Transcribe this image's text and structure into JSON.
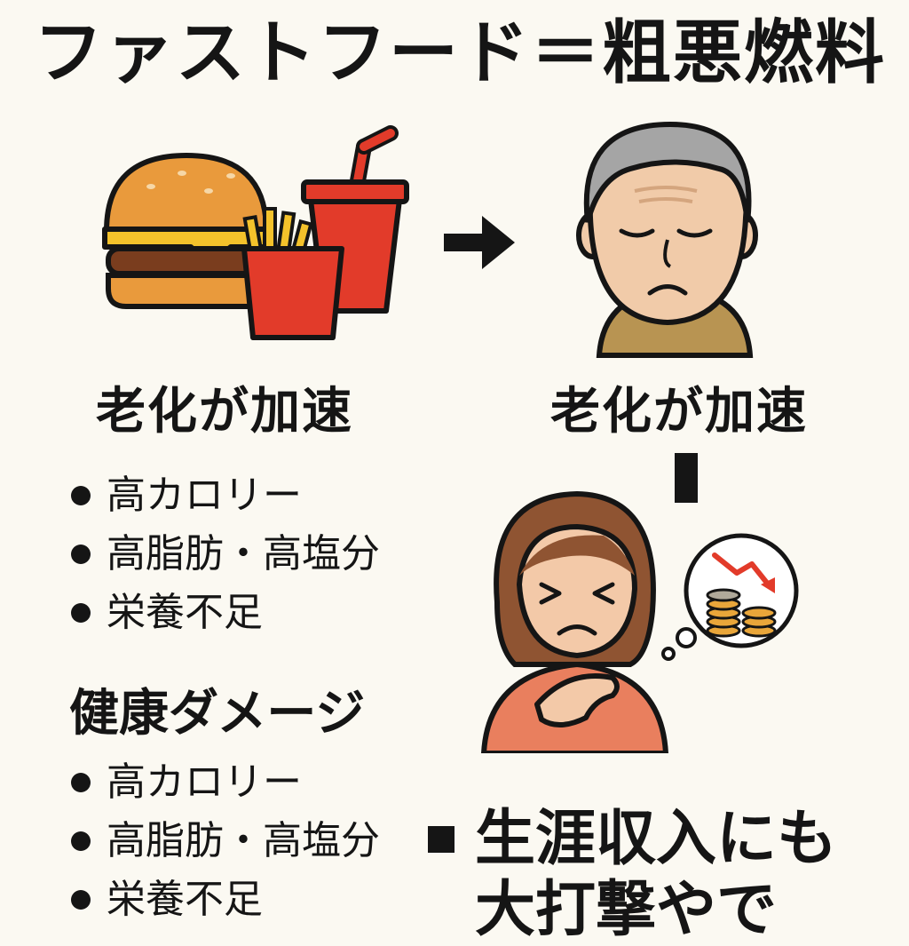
{
  "title": "ファストフード＝粗悪燃料",
  "left_panel": {
    "caption": "老化が加速",
    "bullets_top": [
      "高カロリー",
      "高脂肪・高塩分",
      "栄養不足"
    ],
    "heading": "健康ダメージ",
    "bullets_bottom": [
      "高カロリー",
      "高脂肪・高塩分",
      "栄養不足"
    ]
  },
  "right_panel": {
    "caption": "老化が加速",
    "footer_line1": "生涯収入にも",
    "footer_line2": "大打撃やで"
  },
  "icons": {
    "food": "burger-fries-drink-icon",
    "arrow": "arrow-right-icon",
    "elderly": "elderly-man-icon",
    "woman": "sick-woman-icon",
    "money": "falling-money-thought-icon"
  },
  "colors": {
    "background": "#fbf9f2",
    "text": "#151515",
    "red": "#e23b2a",
    "bun": "#e99a3c"
  }
}
